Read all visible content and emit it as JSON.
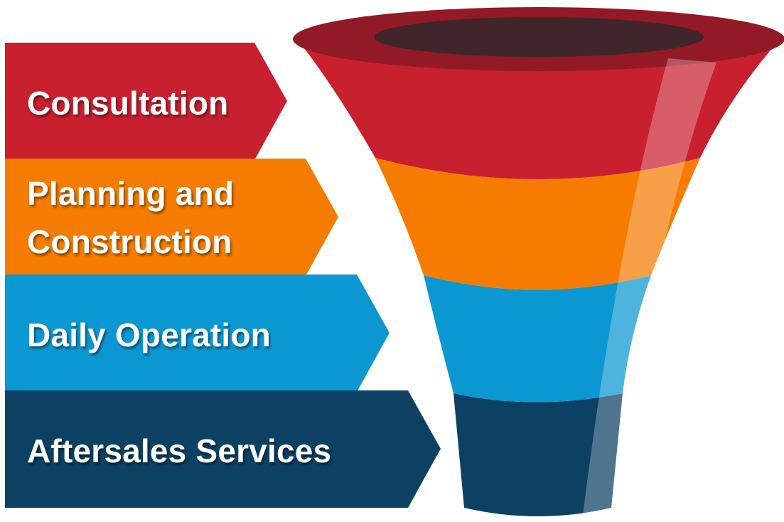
{
  "stages": [
    {
      "label": "Consultation",
      "color": "#c8202f"
    },
    {
      "label": "Planning and\nConstruction",
      "color": "#f57c00"
    },
    {
      "label": "Daily Operation",
      "color": "#0b97d1"
    },
    {
      "label": "Aftersales Services",
      "color": "#0c4163"
    }
  ],
  "funnel_colors": {
    "rim_outer": "#921a26",
    "rim_inner": "#40252a",
    "red": "#c8202f",
    "orange": "#f57c00",
    "blue": "#0b97d1",
    "navy": "#0c4163"
  }
}
